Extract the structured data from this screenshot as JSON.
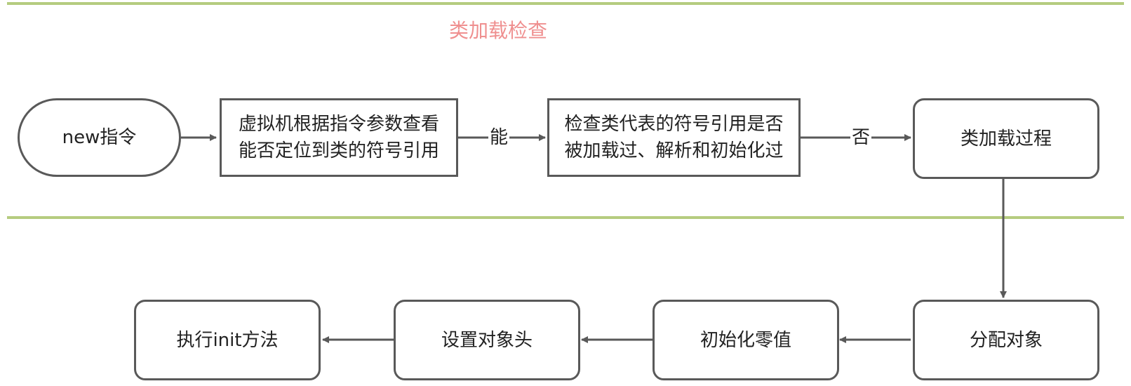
{
  "title": "类加载检查",
  "colors": {
    "separator": "#b5cc7f",
    "title": "#ef8f8f",
    "stroke": "#595959"
  },
  "nodes": {
    "new_instruction": "new指令",
    "locate_symbol_ref": "虚拟机根据指令参数查看\n能否定位到类的符号引用",
    "check_loaded": "检查类代表的符号引用是否\n被加载过、解析和初始化过",
    "class_loading": "类加载过程",
    "allocate_object": "分配对象",
    "init_zero": "初始化零值",
    "set_header": "设置对象头",
    "exec_init": "执行init方法"
  },
  "edges": {
    "yes_label": "能",
    "no_label": "否"
  }
}
